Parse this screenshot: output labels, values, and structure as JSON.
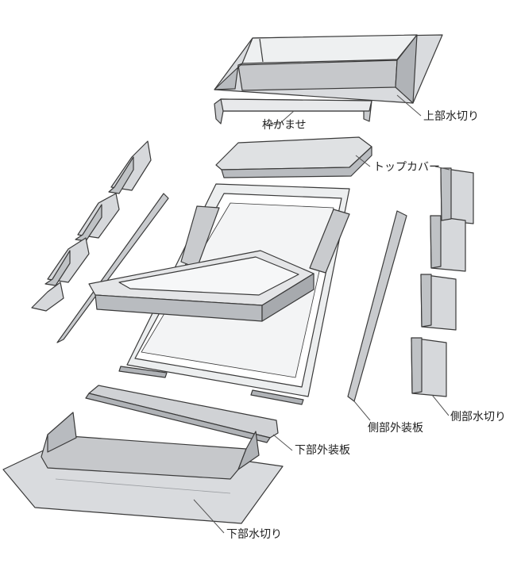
{
  "labels": {
    "top_flashing": "上部水切り",
    "frame_trim": "枠かませ",
    "top_cover": "トップカバー",
    "side_flashing": "側部水切り",
    "side_cladding": "側部外装板",
    "bottom_cladding": "下部外装板",
    "bottom_flashing": "下部水切り"
  },
  "colors": {
    "metal_light": "#e4e5e7",
    "metal_mid": "#c9cbce",
    "metal_dark": "#a7aaae",
    "line": "#3a3a3a",
    "leader": "#555555",
    "glass": "#f3f4f5"
  }
}
